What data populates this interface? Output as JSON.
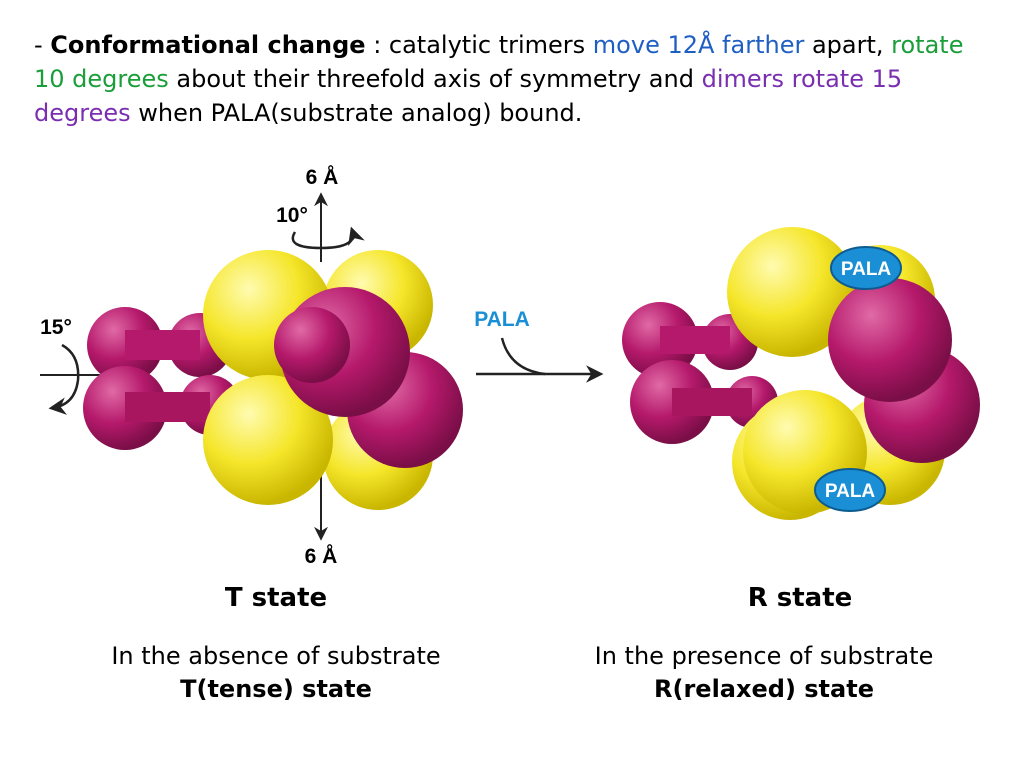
{
  "intro": {
    "dash": "- ",
    "term": "Conformational change",
    "t1": " : catalytic trimers ",
    "hl1": "move 12Å farther",
    "t2": " apart, ",
    "hl2": "rotate 10 degrees",
    "t3": " about their threefold axis of symmetry and ",
    "hl3": "dimers rotate 15 degrees",
    "t4": " when PALA(substrate analog) bound."
  },
  "figure": {
    "top_shift": "6 Å",
    "bottom_shift": "6 Å",
    "trimer_rotation": "10°",
    "dimer_rotation": "15°",
    "arrow_label": "PALA",
    "ligand_top": "PALA",
    "ligand_bottom": "PALA",
    "t_label": "T state",
    "r_label": "R state"
  },
  "captions": {
    "left_line1": "In the absence of substrate",
    "left_line2": "T(tense) state",
    "right_line1": "In the presence of substrate",
    "right_line2": "R(relaxed) state"
  },
  "colors": {
    "catalytic": "#f5e62a",
    "regulatory": "#b5196b",
    "ligand": "#1a8fd6",
    "highlight_blue": "#1f5fc4",
    "highlight_green": "#1a9e3a",
    "highlight_purple": "#7a2fb0"
  }
}
